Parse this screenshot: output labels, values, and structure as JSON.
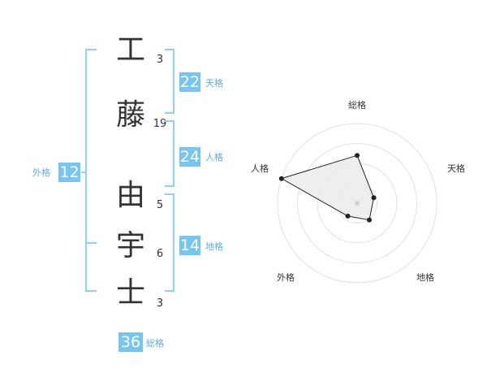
{
  "name": {
    "chars": [
      {
        "char": "工",
        "strokes": "3"
      },
      {
        "char": "藤",
        "strokes": "19"
      },
      {
        "char": "由",
        "strokes": "5"
      },
      {
        "char": "宇",
        "strokes": "6"
      },
      {
        "char": "士",
        "strokes": "3"
      }
    ]
  },
  "kakusu": {
    "tenkaku": {
      "value": "22",
      "label": "天格"
    },
    "jinkaku": {
      "value": "24",
      "label": "人格"
    },
    "chikaku": {
      "value": "14",
      "label": "地格"
    },
    "gaikaku": {
      "value": "12",
      "label": "外格"
    },
    "soukaku": {
      "value": "36",
      "label": "総格"
    }
  },
  "radar": {
    "axes": [
      "総格",
      "天格",
      "地格",
      "外格",
      "人格"
    ],
    "values": [
      0.6,
      0.22,
      0.26,
      0.2,
      1.0
    ],
    "rings": 4,
    "fill_color": "#ececec",
    "line_color": "#222222",
    "grid_color": "#e0e0e0",
    "center_color": "#d0d0d0"
  },
  "colors": {
    "badge": "#76c5f3",
    "bracket": "#8fd0f5",
    "label": "#5dade2"
  }
}
